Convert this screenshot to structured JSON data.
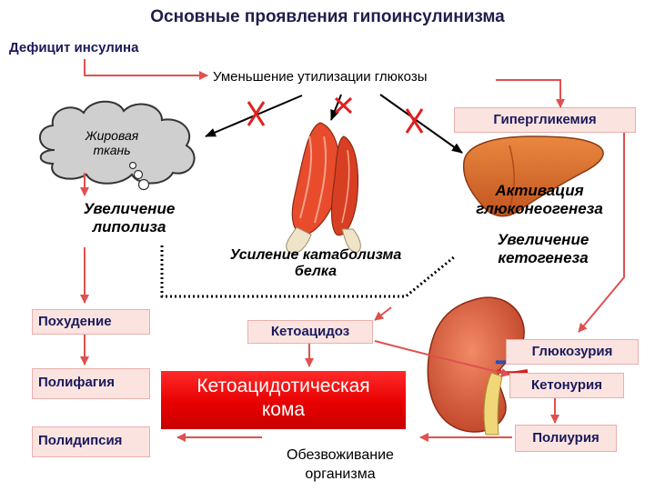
{
  "title": "Основные проявления гипоинсулинизма",
  "nodes": {
    "insulin_deficit": "Дефицит инсулина",
    "glucose_utilization": "Уменьшение утилизации глюкозы",
    "hyperglycemia": "Гипергликемия",
    "adipose_line1": "Жировая",
    "adipose_line2": "ткань",
    "lipolysis_line1": "Увеличение",
    "lipolysis_line2": "липолиза",
    "catabolism_line1": "Усиление катаболизма",
    "catabolism_line2": "белка",
    "gluconeogenesis_line1": "Активация",
    "gluconeogenesis_line2": "глюконеогенеза",
    "ketogenesis_line1": "Увеличение",
    "ketogenesis_line2": "кетогенеза",
    "weight_loss": "Похудение",
    "ketoacidosis": "Кетоацидоз",
    "glucosuria": "Глюкозурия",
    "polyphagia": "Полифагия",
    "coma_line1": "Кетоацидотическая",
    "coma_line2": "кома",
    "ketonuria": "Кетонурия",
    "polydipsia": "Полидипсия",
    "dehydration_line1": "Обезвоживание",
    "dehydration_line2": "организма",
    "polyuria": "Полиурия"
  },
  "colors": {
    "title": "#1f1f4a",
    "box_fill": "#fbe3e0",
    "flow_arrow": "#e05050",
    "black_arrow": "#000000",
    "cross": "#e02020",
    "coma_fill": "#e80000",
    "muscle": "#e84c2c",
    "liver": "#d8662a",
    "kidney": "#d85a3a"
  },
  "icons": {
    "adipose": "cloud-shape",
    "muscle": "muscle-illustration",
    "liver": "liver-illustration",
    "kidney": "kidney-illustration",
    "blocked": "red-cross-mark"
  }
}
